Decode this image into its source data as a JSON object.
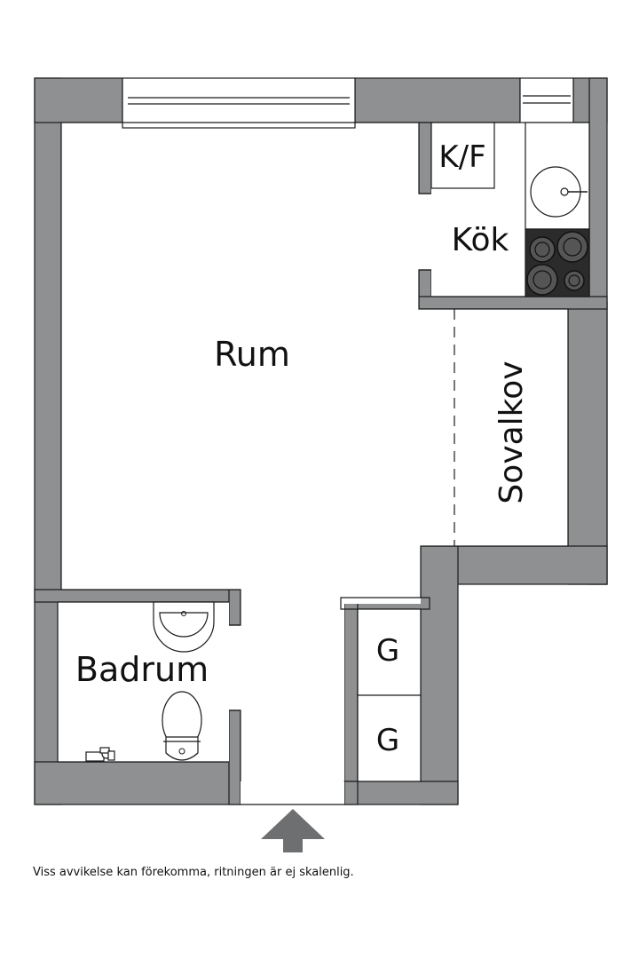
{
  "colors": {
    "wall": "#8e9091",
    "wall_stroke": "#1a1a1a",
    "floor": "#ffffff",
    "stove": "#2b2b2b",
    "arrow": "#6e6f70"
  },
  "rooms": {
    "rum": "Rum",
    "kok": "Kök",
    "kf": "K/F",
    "sovalkov": "Sovalkov",
    "badrum": "Badrum",
    "garderob_1": "G",
    "garderob_2": "G"
  },
  "icons": {
    "entrance": "entrance-arrow-icon",
    "sink": "sink-icon",
    "stove": "stove-icon",
    "washbasin": "washbasin-icon",
    "toilet": "toilet-icon",
    "shower_tap": "shower-tap-icon"
  },
  "disclaimer": "Viss avvikelse kan förekomma, ritningen är ej skalenlig."
}
